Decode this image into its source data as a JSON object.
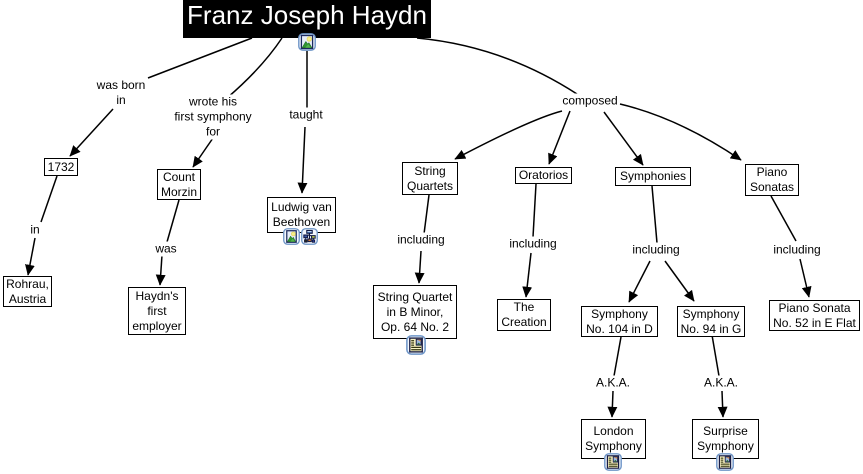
{
  "diagram": {
    "type": "concept-map",
    "title_node": {
      "label": "Franz Joseph Haydn"
    },
    "concepts": {
      "year_1732": "1732",
      "rohrau_austria": "Rohrau,\nAustria",
      "count_morzin": "Count\nMorzin",
      "haydns_first_employer": "Haydn's\nfirst\nemployer",
      "ludwig_van_beethoven": "Ludwig van\nBeethoven",
      "string_quartets": "String\nQuartets",
      "oratorios": "Oratorios",
      "symphonies": "Symphonies",
      "piano_sonatas": "Piano\nSonatas",
      "string_quartet_b_minor": "String Quartet\nin B Minor,\nOp. 64 No. 2",
      "the_creation": "The\nCreation",
      "symphony_104": "Symphony\nNo. 104 in D",
      "symphony_94": "Symphony\nNo. 94 in G",
      "piano_sonata_52": "Piano Sonata\nNo. 52 in E Flat",
      "london_symphony": "London\nSymphony",
      "surprise_symphony": "Surprise\nSymphony"
    },
    "linking_phrases": {
      "was_born_in": "was born\nin",
      "wrote_his_first_symphony_for": "wrote his\nfirst symphony\nfor",
      "taught": "taught",
      "composed": "composed",
      "in": "in",
      "was": "was",
      "including_string_quartets": "including",
      "including_oratorios": "including",
      "including_symphonies": "including",
      "including_piano_sonatas": "including",
      "aka_symphony_104": "A.K.A.",
      "aka_symphony_94": "A.K.A."
    },
    "icons": {
      "title_resource": "image-icon",
      "beethoven_resource_1": "image-icon",
      "beethoven_resource_2": "concept-map-icon",
      "string_quartet_resource": "web-page-icon",
      "london_resource": "web-page-icon",
      "surprise_resource": "web-page-icon"
    },
    "colors": {
      "background": "#ffffff",
      "node_background": "#ffffff",
      "node_border": "#000000",
      "text": "#000000",
      "title_background": "#000000",
      "title_text": "#ffffff",
      "line": "#000000",
      "icon_button_border": "#6f96c8",
      "icon_button_background": "#f3f7fd"
    }
  }
}
